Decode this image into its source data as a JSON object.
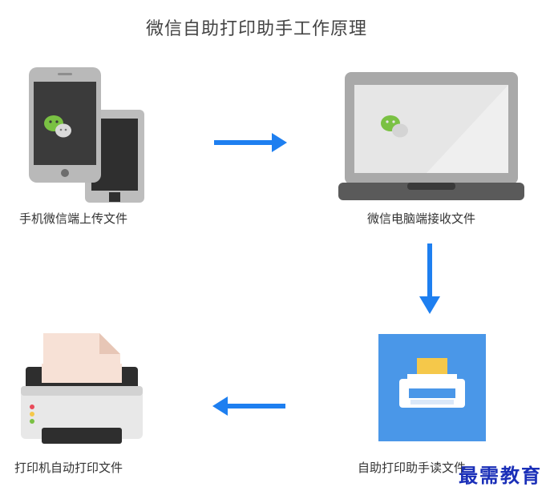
{
  "title": "微信自助打印助手工作原理",
  "steps": [
    {
      "label": "手机微信端上传文件"
    },
    {
      "label": "微信电脑端接收文件"
    },
    {
      "label": "自助打印助手读文件"
    },
    {
      "label": "打印机自动打印文件"
    }
  ],
  "watermark": "最需教育",
  "colors": {
    "arrow": "#1e7ff0",
    "wechat_green": "#7ac143",
    "device_dark": "#3a3a3a",
    "device_gray": "#a8a8a8",
    "app_blue": "#4a97e8",
    "paper_yellow": "#f5c84a"
  },
  "icons": {
    "phone": "phone-icon",
    "laptop": "laptop-icon",
    "app": "print-assistant-app-icon",
    "printer": "printer-icon"
  }
}
